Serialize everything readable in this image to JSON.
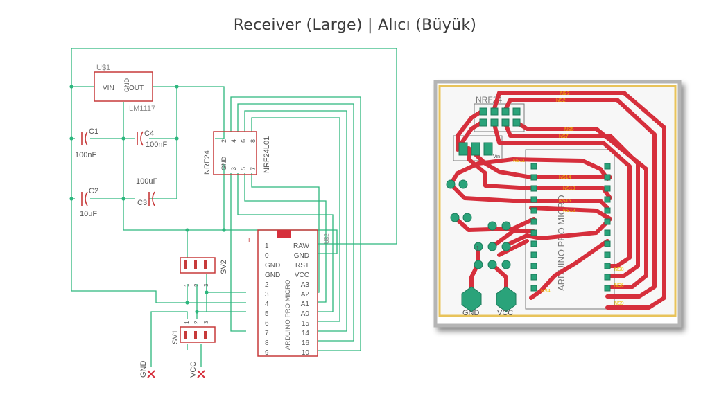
{
  "title": "Receiver (Large)  |  Alıcı (Büyük)",
  "schematic": {
    "regulator": {
      "name": "U$1",
      "value": "LM1117",
      "pins": [
        "VIN",
        "GND",
        "OUT"
      ]
    },
    "capacitors": [
      {
        "name": "C1",
        "value": "100nF"
      },
      {
        "name": "C4",
        "value": "100nF"
      },
      {
        "name": "C2",
        "value": "10uF"
      },
      {
        "name": "C3",
        "value": "100uF"
      }
    ],
    "nrf": {
      "name": "NRF24",
      "value": "NRF24L01",
      "pins": [
        "2",
        "4",
        "6",
        "8",
        "GND",
        "3",
        "5",
        "7"
      ]
    },
    "arduino": {
      "value": "ARDUINO PRO MICRO",
      "left_pins": [
        "1",
        "0",
        "GND",
        "GND",
        "2",
        "3",
        "4",
        "5",
        "6",
        "7",
        "8",
        "9"
      ],
      "right_pins": [
        "RAW",
        "GND",
        "RST",
        "VCC",
        "A3",
        "A2",
        "A1",
        "A0",
        "15",
        "14",
        "16",
        "10"
      ],
      "ref": "U$2",
      "plus": "+"
    },
    "sv2": {
      "name": "SV2",
      "pins": [
        "1",
        "2",
        "3"
      ]
    },
    "sv1": {
      "name": "SV1",
      "pins": [
        "1",
        "2",
        "3"
      ]
    },
    "supplies": [
      {
        "name": "GND"
      },
      {
        "name": "VCC"
      }
    ]
  },
  "pcb": {
    "nrf_label": "NRF24",
    "arduino_label": "ARDUINO PRO MICRO",
    "pads": [
      {
        "label": "GND"
      },
      {
        "label": "VCC"
      }
    ],
    "net_labels": [
      "NS3",
      "NS2",
      "NS5",
      "NS7",
      "NS10",
      "NS12",
      "NS14",
      "NS15",
      "NS11",
      "NS8",
      "NS4",
      "NS6",
      "NS9"
    ],
    "header_mark": "1",
    "vin_label": "Vin",
    "colors": {
      "board_border": "#e8c35a",
      "trace": "#d62f3c",
      "pad": "#2aa37a",
      "silk": "#7a7a7a",
      "net_text": "#f2c200"
    }
  }
}
